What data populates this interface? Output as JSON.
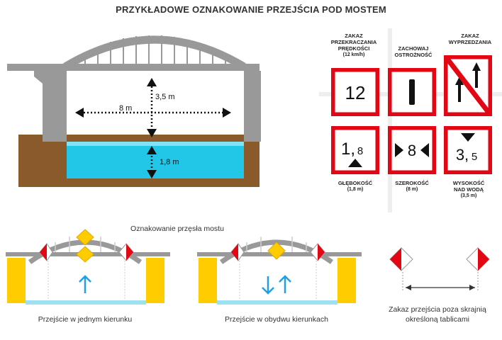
{
  "title": "PRZYKŁADOWE OZNAKOWANIE PRZEJŚCIA POD MOSTEM",
  "bridge": {
    "height_label": "3,5 m",
    "width_label": "8 m",
    "depth_label": "1,8 m"
  },
  "signs": [
    {
      "id": "speed",
      "symbol": "12",
      "caption": [
        "ZAKAZ",
        "PRZEKRACZANIA",
        "PRĘDKOŚCI"
      ],
      "sub": "(12 km/h)"
    },
    {
      "id": "caution",
      "symbol": "",
      "caption": [
        "ZACHOWAJ",
        "OSTROŻNOŚĆ"
      ],
      "sub": ""
    },
    {
      "id": "no-overtaking",
      "symbol": "",
      "caption": [
        "ZAKAZ",
        "WYPRZEDZANIA"
      ],
      "sub": ""
    },
    {
      "id": "depth",
      "symbol_main": "1,",
      "symbol_small": "8",
      "caption": [
        "GŁĘBOKOŚĆ"
      ],
      "sub": "(1,8 m)"
    },
    {
      "id": "width",
      "symbol": "8",
      "caption": [
        "SZEROKOŚĆ"
      ],
      "sub": "(8 m)"
    },
    {
      "id": "clearance",
      "symbol_main": "3,",
      "symbol_small": "5",
      "caption": [
        "WYSOKOŚĆ",
        "NAD WODĄ"
      ],
      "sub": "(3,5 m)"
    }
  ],
  "span_marking_title": "Oznakowanie przęsła mostu",
  "diagrams": {
    "one_way": "Przejście w jednym kierunku",
    "two_way": "Przejście w obydwu kierunkach",
    "prohibition_line1": "Zakaz przejścia poza skrajnią",
    "prohibition_line2": "określoną tablicami"
  },
  "colors": {
    "red": "#e30613",
    "grey": "#999999",
    "water": "#22c7e8",
    "earth": "#8b5a2b",
    "yellow": "#ffcc00",
    "arrow_blue": "#1ea0e6"
  }
}
